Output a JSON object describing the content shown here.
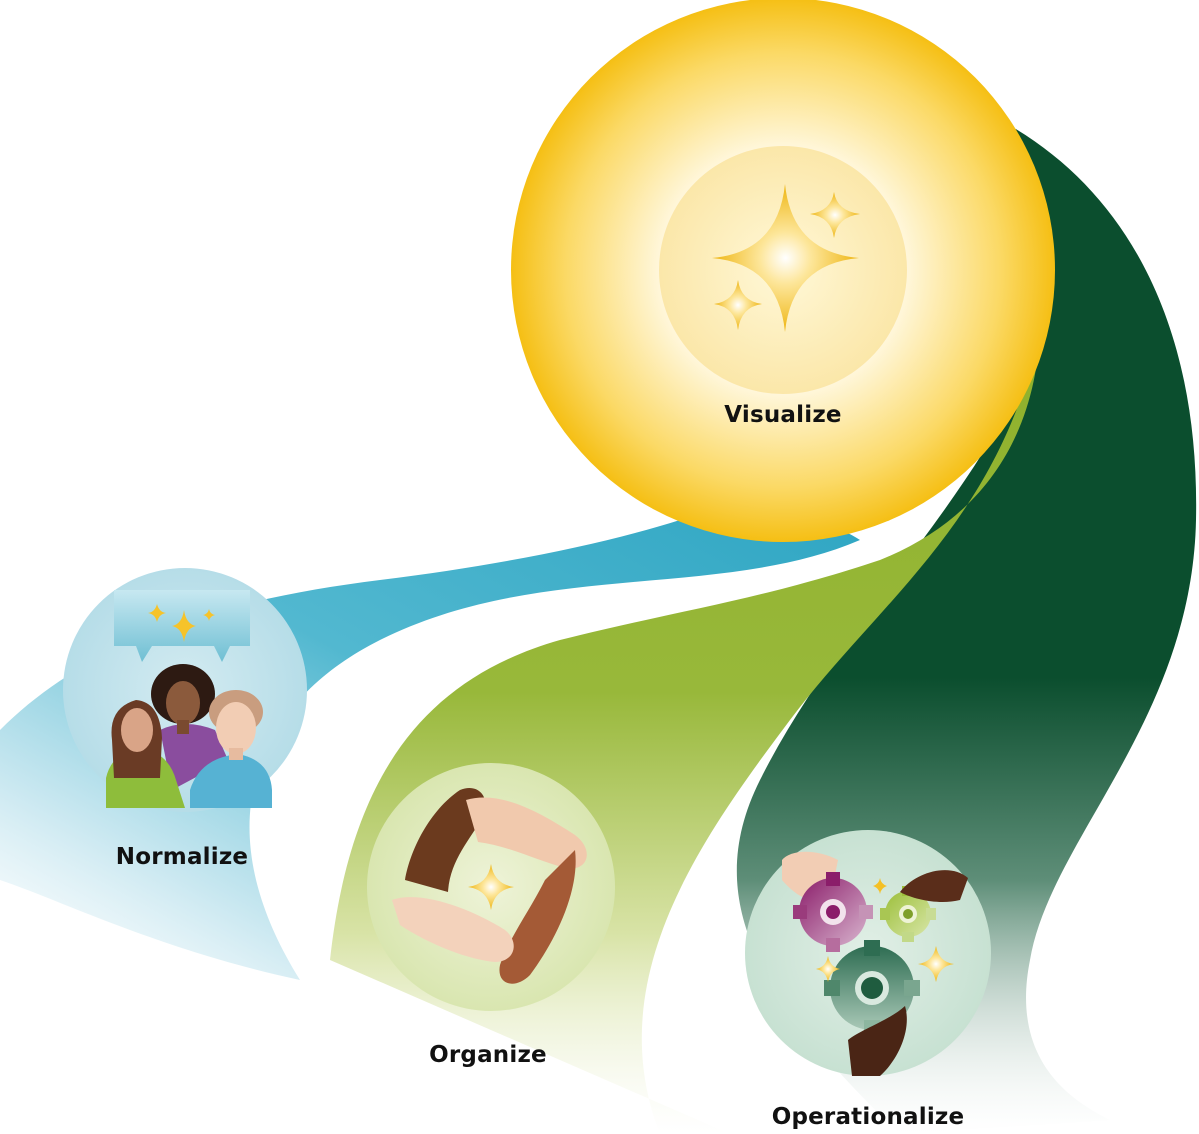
{
  "stages": {
    "visualize": {
      "label": "Visualize",
      "icon": "sparkle-icon"
    },
    "normalize": {
      "label": "Normalize",
      "icon": "people-speech-bubble-icon"
    },
    "organize": {
      "label": "Organize",
      "icon": "joined-hands-icon"
    },
    "operationalize": {
      "label": "Operationalize",
      "icon": "gears-hands-icon"
    }
  },
  "colors": {
    "ribbon_blue": "#35a9c6",
    "ribbon_lime": "#93b52a",
    "ribbon_dark_green": "#0b4e2e",
    "sun_gold": "#f6c21a",
    "sparkle_gold": "#f4c025",
    "text": "#111111"
  }
}
